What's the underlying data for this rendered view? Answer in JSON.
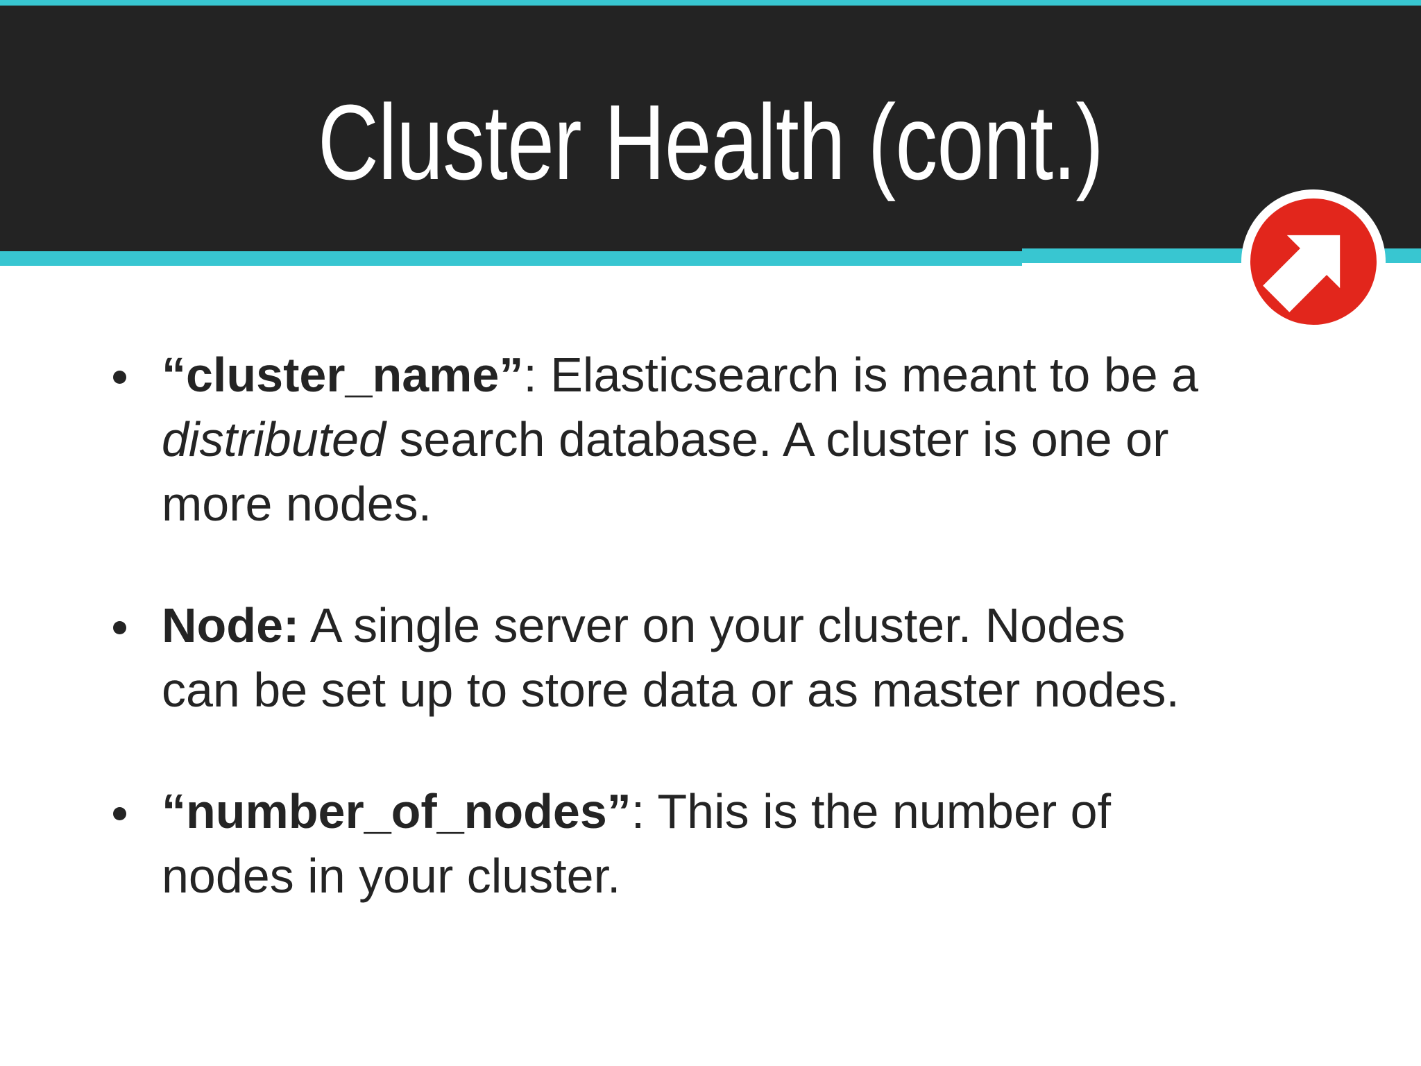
{
  "slide": {
    "title": "Cluster Health (cont.)",
    "colors": {
      "accent_teal": "#38c6d1",
      "accent_red": "#e2261c",
      "title_band_bg": "#232323",
      "title_text": "#ffffff",
      "body_text": "#242424"
    },
    "icons": {
      "badge": "arrow-up-right-circle-icon"
    },
    "bullets": [
      {
        "lines": [
          {
            "runs": [
              {
                "text": "“cluster_name”",
                "style": "bold"
              },
              {
                "text": ": Elasticsearch is meant to be a",
                "style": "regular"
              }
            ]
          },
          {
            "runs": [
              {
                "text": "distributed",
                "style": "italic"
              },
              {
                "text": " search database. A cluster is one or",
                "style": "regular"
              }
            ]
          },
          {
            "runs": [
              {
                "text": "more nodes.",
                "style": "regular"
              }
            ]
          }
        ]
      },
      {
        "lines": [
          {
            "runs": [
              {
                "text": "Node:",
                "style": "bold"
              },
              {
                "text": " A single server on your cluster. Nodes",
                "style": "regular"
              }
            ]
          },
          {
            "runs": [
              {
                "text": "can be set up to store data or as master nodes.",
                "style": "regular"
              }
            ]
          }
        ]
      },
      {
        "lines": [
          {
            "runs": [
              {
                "text": "“number_of_nodes”",
                "style": "bold"
              },
              {
                "text": ": This is the number of",
                "style": "regular"
              }
            ]
          },
          {
            "runs": [
              {
                "text": "nodes in your cluster.",
                "style": "regular"
              }
            ]
          }
        ]
      }
    ]
  }
}
